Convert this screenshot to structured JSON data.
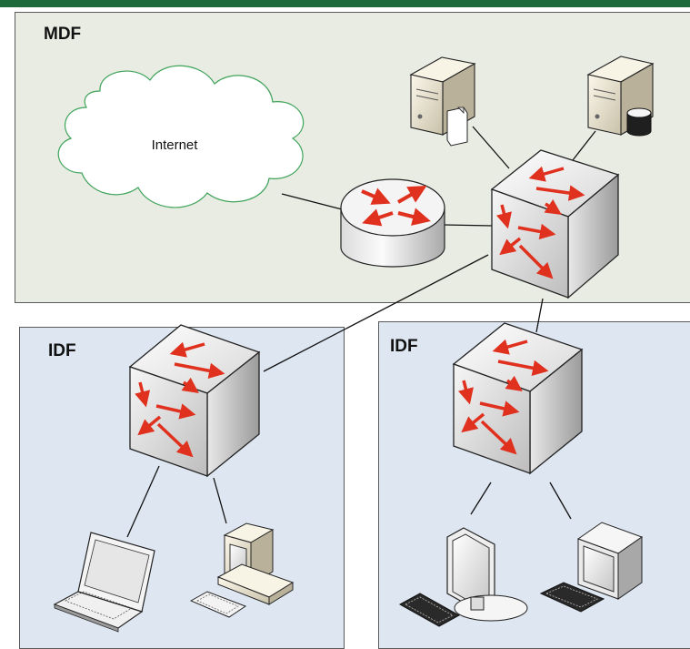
{
  "zones": {
    "mdf": "MDF",
    "idf_left": "IDF",
    "idf_right": "IDF"
  },
  "cloud": {
    "label": "Internet"
  },
  "colors": {
    "accent_bar": "#1e6a3a",
    "mdf_fill": "#e9ece3",
    "idf_fill": "#dde6f1",
    "arrow_red": "#e0301e",
    "cloud_outline": "#3fa35a"
  },
  "icons": {
    "router": "router-icon",
    "core_switch": "switch-icon",
    "file_server": "file-server-icon",
    "database_server": "database-server-icon",
    "laptop": "laptop-icon",
    "desktop": "desktop-computer-icon",
    "monitor": "monitor-icon",
    "keyboard": "keyboard-icon"
  }
}
